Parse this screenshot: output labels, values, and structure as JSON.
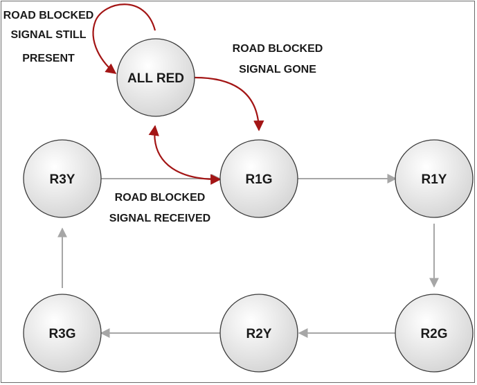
{
  "diagram": {
    "states": [
      {
        "id": "all_red",
        "label": "ALL RED"
      },
      {
        "id": "r1g",
        "label": "R1G"
      },
      {
        "id": "r1y",
        "label": "R1Y"
      },
      {
        "id": "r2g",
        "label": "R2G"
      },
      {
        "id": "r2y",
        "label": "R2Y"
      },
      {
        "id": "r3g",
        "label": "R3G"
      },
      {
        "id": "r3y",
        "label": "R3Y"
      }
    ],
    "annotations": {
      "self_loop": [
        "ROAD BLOCKED",
        "SIGNAL STILL",
        "PRESENT"
      ],
      "signal_gone": [
        "ROAD BLOCKED",
        "SIGNAL GONE"
      ],
      "signal_received": [
        "ROAD BLOCKED",
        "SIGNAL RECEIVED"
      ]
    },
    "transitions": [
      {
        "from": "all_red",
        "to": "all_red",
        "color": "red"
      },
      {
        "from": "all_red",
        "to": "r1g",
        "color": "red"
      },
      {
        "from": "r1g",
        "to": "all_red",
        "color": "red"
      },
      {
        "from": "r1g",
        "to": "r1y",
        "color": "gray"
      },
      {
        "from": "r1y",
        "to": "r2g",
        "color": "gray"
      },
      {
        "from": "r2g",
        "to": "r2y",
        "color": "gray"
      },
      {
        "from": "r2y",
        "to": "r3g",
        "color": "gray"
      },
      {
        "from": "r3g",
        "to": "r3y",
        "color": "gray"
      },
      {
        "from": "r3y",
        "to": "r1g",
        "color": "gray"
      }
    ],
    "colors": {
      "red_arrow": "#a31515",
      "gray_arrow": "#a6a6a6",
      "node_fill_light": "#ffffff",
      "node_fill_dark": "#d4d4d4",
      "node_stroke": "#3a3a3a"
    }
  }
}
